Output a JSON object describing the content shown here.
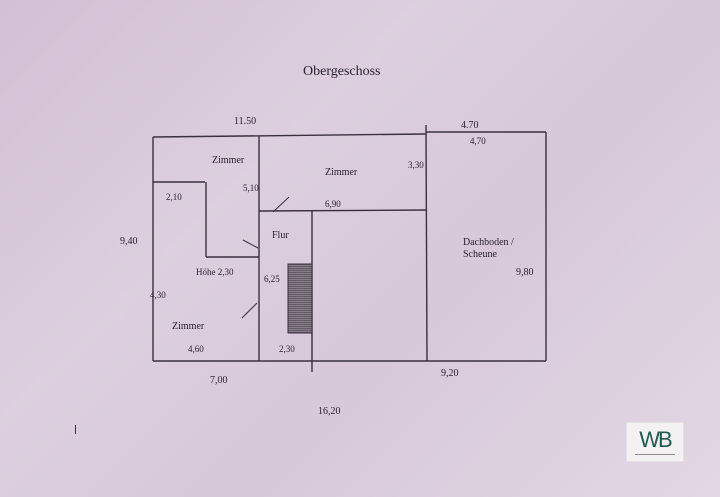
{
  "title": "Obergeschoss",
  "rooms": {
    "zimmer_top_left": "Zimmer",
    "zimmer_top_middle": "Zimmer",
    "zimmer_bottom_left": "Zimmer",
    "flur": "Flur",
    "dachboden_line1": "Dachboden /",
    "dachboden_line2": "Scheune",
    "hoehe": "Höhe 2,30"
  },
  "dimensions": {
    "top_left_width": "11.50",
    "top_right_width_outer": "4.70",
    "top_right_width_inner": "4,70",
    "left_height": "9,40",
    "l_room_width": "2,10",
    "zimmer_tl_height": "5,10",
    "zimmer_tm_height": "3,30",
    "zimmer_tm_width": "6,90",
    "bottom_left_height": "4,30",
    "bottom_left_width": "4,60",
    "flur_height": "6,25",
    "flur_width": "2,30",
    "right_height": "9,80",
    "bottom_left_total": "7,00",
    "bottom_right_total": "9,20",
    "total_width": "16,20"
  },
  "logo": {
    "text": "WB"
  },
  "colors": {
    "background": "#d6c6d8",
    "lines": "#3a3040",
    "stairs": "#6e6670",
    "logo_accent": "#1f5a50"
  }
}
